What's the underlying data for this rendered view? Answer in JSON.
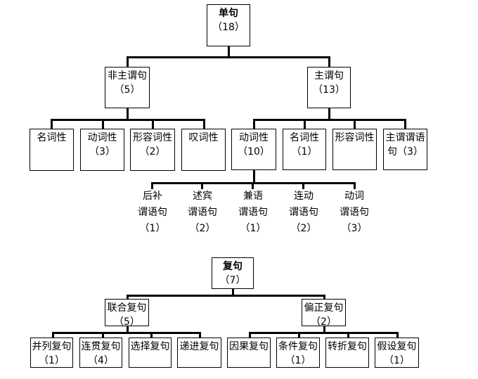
{
  "simple": {
    "root": {
      "title": "单句",
      "count": "（18）"
    },
    "left": {
      "title": "非主谓句",
      "count": "（5）"
    },
    "right": {
      "title": "主谓句",
      "count": "（13）"
    },
    "leftLeaves": [
      {
        "title": "名词性",
        "count": ""
      },
      {
        "title": "动词性",
        "count": "（3）"
      },
      {
        "title": "形容词性",
        "count": "（2）"
      },
      {
        "title": "叹词性",
        "count": ""
      }
    ],
    "rightLeaves": [
      {
        "title": "动词性",
        "count": "（10）"
      },
      {
        "title": "名词性",
        "count": "（1）"
      },
      {
        "title": "形容词性",
        "count": ""
      },
      {
        "title": "主谓谓语",
        "line2": "句（3）"
      }
    ],
    "verbSub": [
      {
        "l1": "后补",
        "l2": "谓语句",
        "l3": "（1）"
      },
      {
        "l1": "述宾",
        "l2": "谓语句",
        "l3": "（2）"
      },
      {
        "l1": "兼语",
        "l2": "谓语句",
        "l3": "（1）"
      },
      {
        "l1": "连动",
        "l2": "谓语句",
        "l3": "（2）"
      },
      {
        "l1": "动词",
        "l2": "谓语句",
        "l3": "（3）"
      }
    ]
  },
  "compound": {
    "root": {
      "title": "复句",
      "count": "（7）"
    },
    "left": {
      "title": "联合复句",
      "count": "（5）"
    },
    "right": {
      "title": "偏正复句",
      "count": "（2）"
    },
    "leaves": [
      {
        "title": "并列复句",
        "count": "（1）"
      },
      {
        "title": "连贯复句",
        "count": "（4）"
      },
      {
        "title": "选择复句",
        "count": ""
      },
      {
        "title": "递进复句",
        "count": ""
      },
      {
        "title": "因果复句",
        "count": ""
      },
      {
        "title": "条件复句",
        "count": "（1）"
      },
      {
        "title": "转折复句",
        "count": ""
      },
      {
        "title": "假设复句",
        "count": "（1）"
      }
    ]
  }
}
